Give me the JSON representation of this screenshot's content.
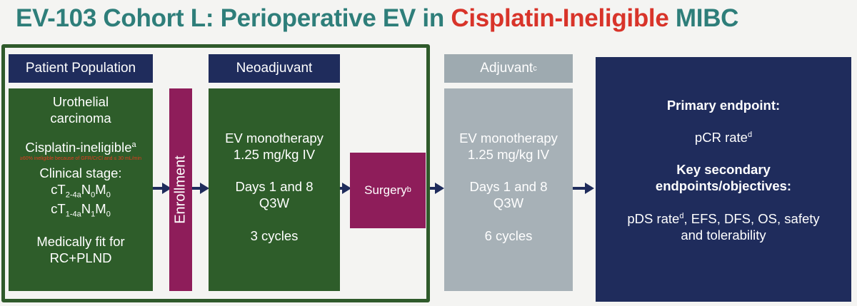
{
  "title": {
    "part1": "EV-103 Cohort L: Perioperative EV in ",
    "highlight": "Cisplatin-Ineligible",
    "part2": " MIBC"
  },
  "headers": {
    "patient_population": "Patient Population",
    "neoadjuvant": "Neoadjuvant",
    "adjuvant": "Adjuvant",
    "adjuvant_sup": "c"
  },
  "patient": {
    "line1": "Urothelial",
    "line2": "carcinoma",
    "cis": "Cisplatin-ineligible",
    "cis_sup": "a",
    "cis_note": "≥60% ineligible because of GFR/CrCl and ≤ 30 mL/min",
    "stage_label": "Clinical stage:",
    "stage1": {
      "t": "cT",
      "t_sub": "2-4a",
      "n": "N",
      "n_sub": "0",
      "m": "M",
      "m_sub": "0"
    },
    "stage2": {
      "t": "cT",
      "t_sub": "1-4a",
      "n": "N",
      "n_sub": "1",
      "m": "M",
      "m_sub": "0"
    },
    "fit1": "Medically fit for",
    "fit2": "RC+PLND"
  },
  "enrollment": "Enrollment",
  "neoadjuvant": {
    "line1": "EV monotherapy",
    "line2": "1.25 mg/kg IV",
    "line3": "Days 1 and 8",
    "line4": "Q3W",
    "line5": "3 cycles"
  },
  "surgery": {
    "label": "Surgery",
    "sup": "b"
  },
  "adjuvant": {
    "line1": "EV monotherapy",
    "line2": "1.25 mg/kg IV",
    "line3": "Days 1 and 8",
    "line4": "Q3W",
    "line5": "6 cycles"
  },
  "endpoints": {
    "primary_label": "Primary endpoint:",
    "primary": "pCR rate",
    "primary_sup": "d",
    "secondary_label1": "Key secondary",
    "secondary_label2": "endpoints/objectives:",
    "secondary_a": "pDS rate",
    "secondary_sup": "d",
    "secondary_b": ", EFS, DFS, OS, safety",
    "secondary_c": "and tolerability"
  },
  "colors": {
    "title": "#2e7e7a",
    "highlight": "#d8342a",
    "green": "#2e5d2a",
    "navy": "#1f2c5c",
    "maroon": "#8e1d5a",
    "gray": "#a7b1b7"
  }
}
